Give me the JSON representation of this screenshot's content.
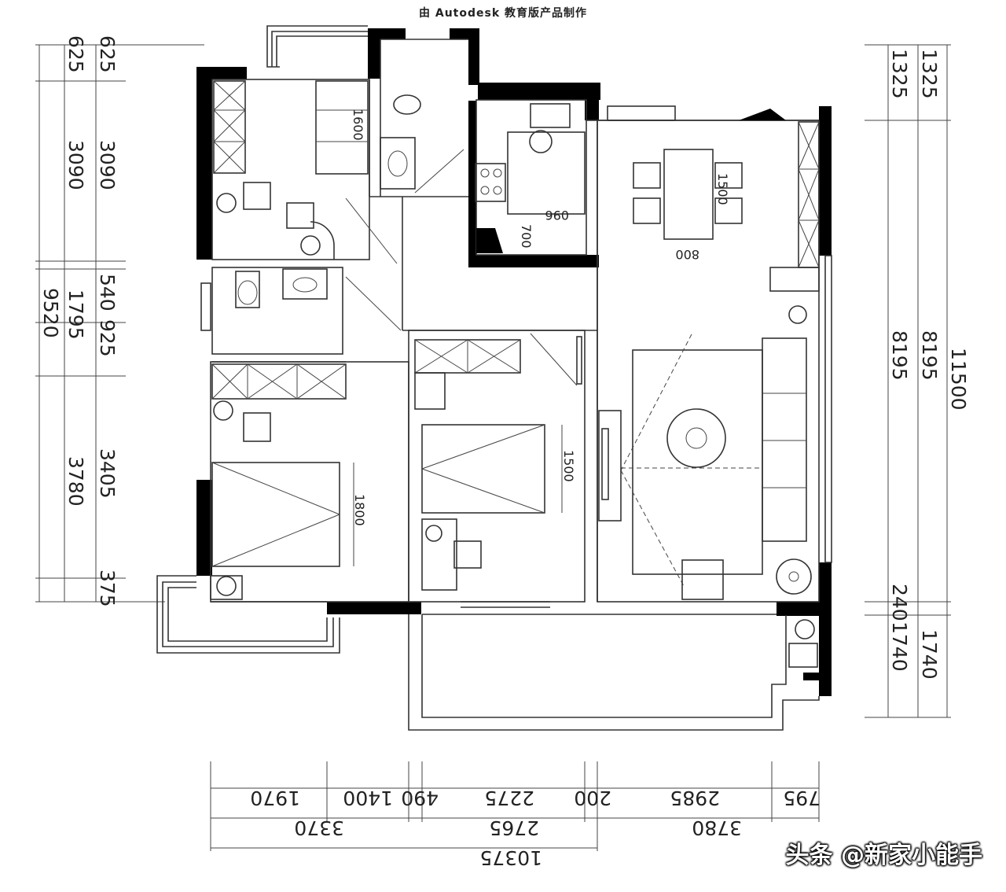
{
  "header": "由 Autodesk 教育版产品制作",
  "watermark": "头条 @新家小能手",
  "left_outer_dims": [
    "625",
    "3090",
    "1795",
    "3780"
  ],
  "left_total": "9520",
  "left_inner_dims": [
    "625",
    "3090",
    "540",
    "925",
    "3405",
    "375"
  ],
  "right_inner_dims": [
    "1325",
    "8195",
    "240",
    "1740"
  ],
  "right_outer_dims": [
    "1325",
    "8195",
    "1740"
  ],
  "right_total": "11500",
  "bottom_row1": [
    "1970",
    "1400",
    "490",
    "2275",
    "200",
    "2985",
    "795"
  ],
  "bottom_row2": [
    "3370",
    "2765",
    "3780"
  ],
  "bottom_total": "10375",
  "furniture_dims": {
    "bed_top_left": "1600",
    "table": "1500",
    "table_width": "800",
    "kitchen_a": "700",
    "kitchen_b": "096",
    "bed_main": "1800",
    "bed_second": "1500"
  }
}
